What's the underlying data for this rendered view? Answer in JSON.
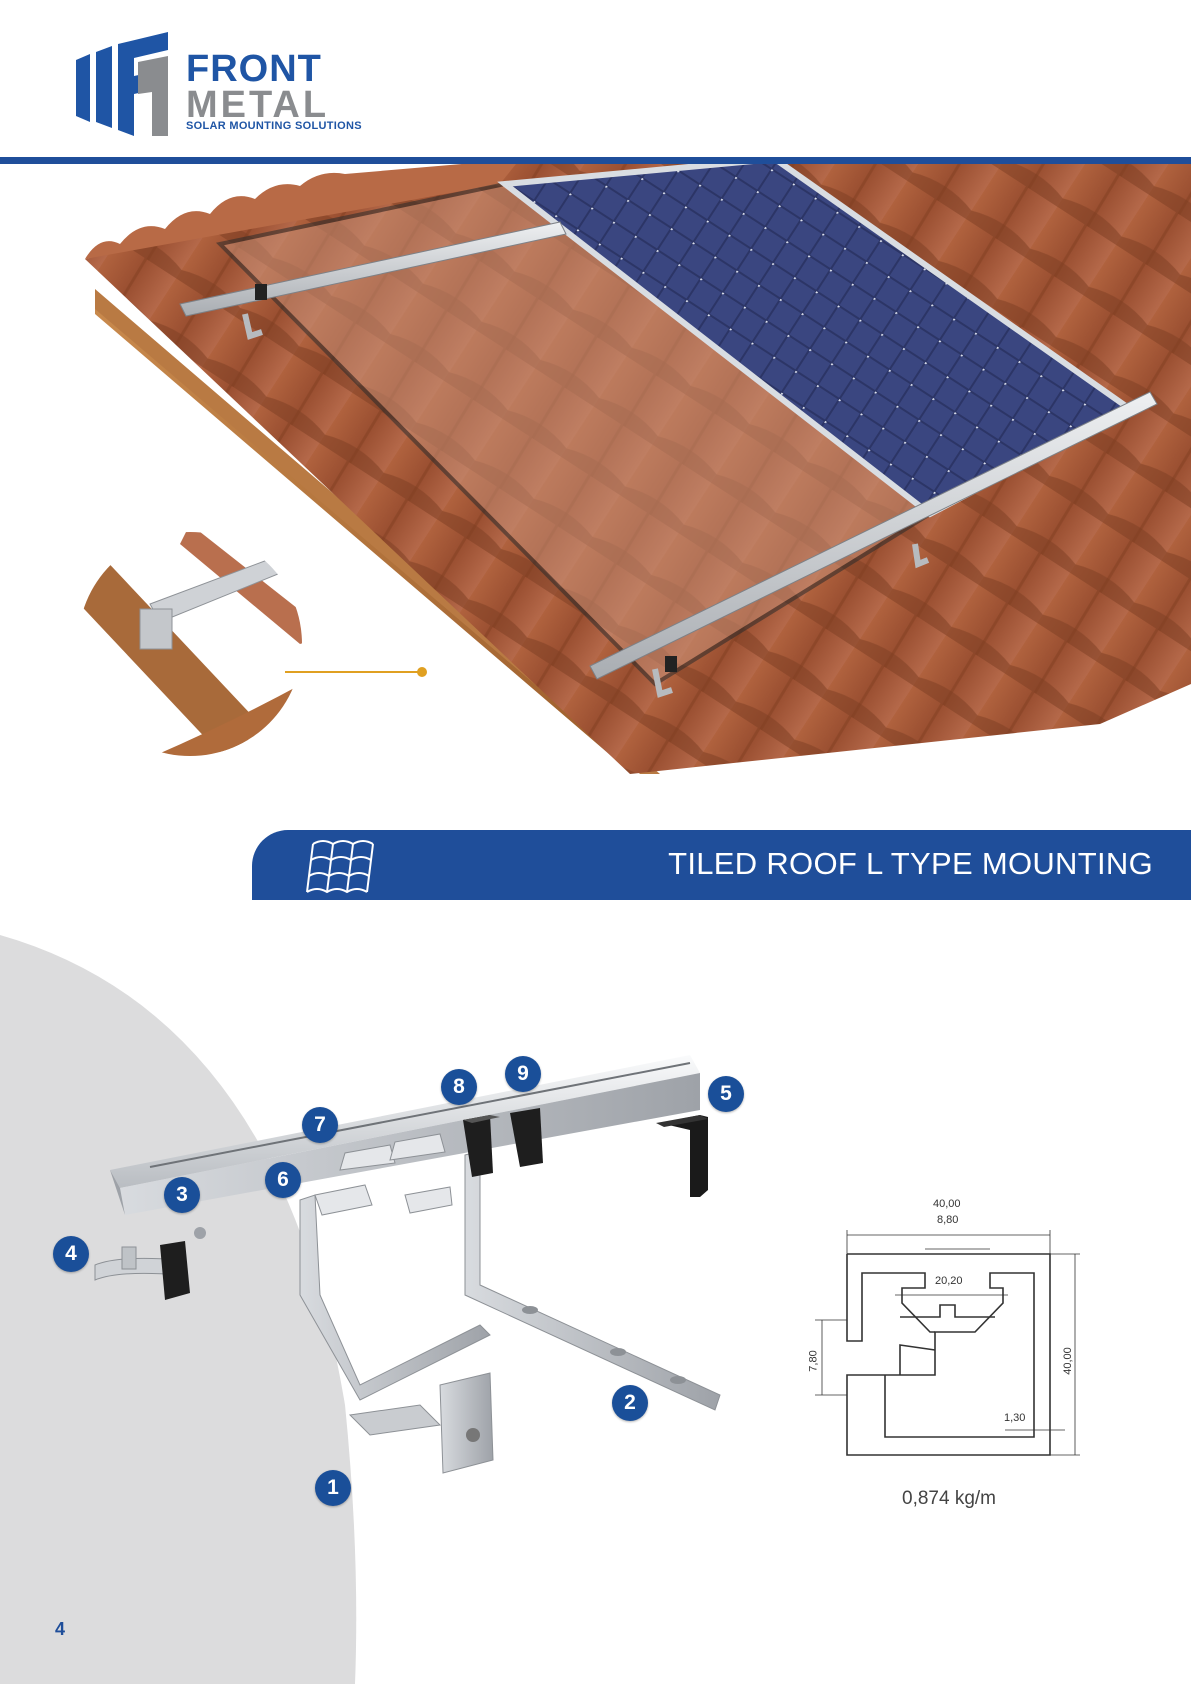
{
  "logo": {
    "line1": "FRONT",
    "line2": "METAL",
    "tagline": "SOLAR MOUNTING SOLUTIONS",
    "colors": {
      "blue": "#1f55a5",
      "grey": "#8a8c8f"
    }
  },
  "banner": {
    "title": "TILED ROOF L TYPE MOUNTING",
    "icon": "roof-tile-icon",
    "color": "#1f4e9a"
  },
  "components": {
    "labels": [
      "1",
      "2",
      "3",
      "4",
      "5",
      "6",
      "7",
      "8",
      "9"
    ]
  },
  "profile": {
    "dimensions": {
      "width": "40,00",
      "slot_top": "8,80",
      "slot_inner": "20,20",
      "height": "40,00",
      "thread": "7,80",
      "wall": "1,30"
    },
    "weight": "0,874 kg/m"
  },
  "page_number": "4"
}
